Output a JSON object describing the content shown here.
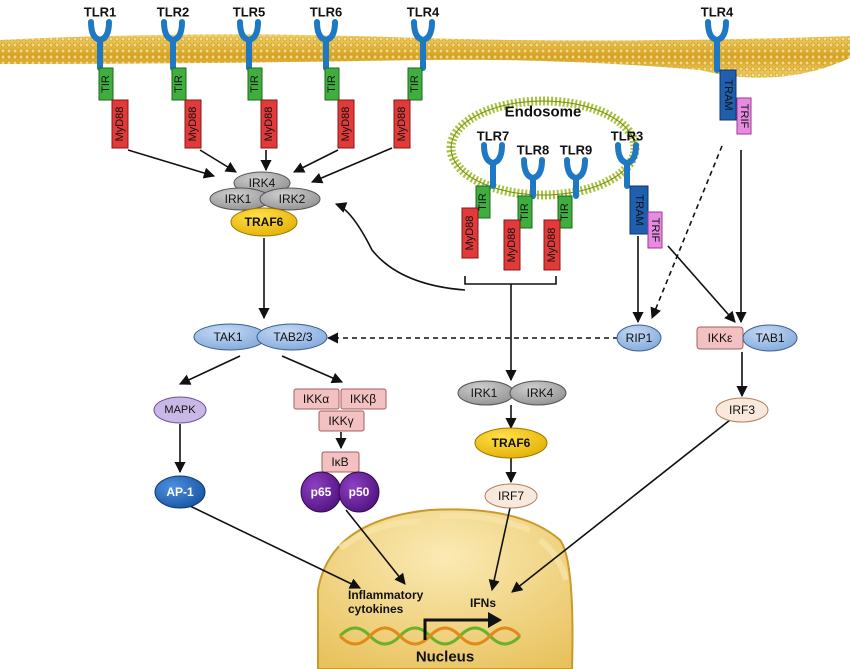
{
  "receptors": {
    "tlr1": "TLR1",
    "tlr2": "TLR2",
    "tlr5": "TLR5",
    "tlr6": "TLR6",
    "tlr4": "TLR4",
    "tlr4b": "TLR4",
    "tlr7": "TLR7",
    "tlr8": "TLR8",
    "tlr9": "TLR9",
    "tlr3": "TLR3"
  },
  "adaptors": {
    "tir": "TIR",
    "myd88": "MyD88",
    "tram": "TRAM",
    "trif": "TRIF"
  },
  "endosome": "Endosome",
  "complex": {
    "irk4": "IRK4",
    "irk1": "IRK1",
    "irk2": "IRK2",
    "traf6": "TRAF6"
  },
  "tak": {
    "tak1": "TAK1",
    "tab23": "TAB2/3"
  },
  "rip1": "RIP1",
  "ikke": "IKKε",
  "tab1": "TAB1",
  "irf3": "IRF3",
  "mapk": "MAPK",
  "ap1": "AP-1",
  "ikk": {
    "alpha": "IKKα",
    "beta": "IKKβ",
    "gamma": "IKKγ"
  },
  "nfkb": {
    "ikb": "IκB",
    "p65": "p65",
    "p50": "p50"
  },
  "irk_mid": {
    "irk1": "IRK1",
    "irk4": "IRK4"
  },
  "traf6_mid": "TRAF6",
  "irf7": "IRF7",
  "nucleus": {
    "label": "Nucleus",
    "inflammatory_line1": "Inflammatory",
    "inflammatory_line2": "cytokines",
    "ifns": "IFNs"
  },
  "colors": {
    "membrane": "#e3b32f",
    "receptor": "#1f78c4",
    "tir": "#3fae3f",
    "myd88": "#e03a3a",
    "tram": "#1f5fae",
    "trif": "#e58be0",
    "traf6": "#f6c400",
    "grey_protein": "#a8a8a8",
    "blue_light": "#8fb4e3",
    "pink_light": "#f3c1c1",
    "purple_light": "#b8a6d9",
    "ap1": "#1e63b8",
    "nfkb": "#6a1b9a",
    "irf_bg": "#f8e9dc",
    "nucleus": "#f4d98a"
  }
}
